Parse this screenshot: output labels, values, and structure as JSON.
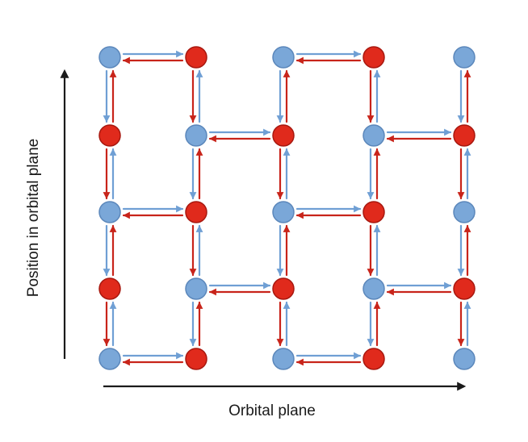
{
  "axes": {
    "x_label": "Orbital plane",
    "y_label": "Position in orbital plane"
  },
  "colors": {
    "blue": "#6f9fd4",
    "red": "#c8241a",
    "axis": "#1a1a1a"
  },
  "grid": {
    "columns": 5,
    "rows": 5,
    "node_colors": [
      [
        "blue",
        "red",
        "blue",
        "red",
        "blue"
      ],
      [
        "red",
        "blue",
        "red",
        "blue",
        "red"
      ],
      [
        "blue",
        "red",
        "blue",
        "red",
        "blue"
      ],
      [
        "red",
        "blue",
        "red",
        "blue",
        "red"
      ],
      [
        "blue",
        "red",
        "blue",
        "red",
        "blue"
      ]
    ]
  },
  "links": {
    "vertical_pairs": "all",
    "horizontal_pairs": [
      {
        "row": 0,
        "from_col": 0,
        "to_col": 1
      },
      {
        "row": 0,
        "from_col": 2,
        "to_col": 3
      },
      {
        "row": 1,
        "from_col": 1,
        "to_col": 2
      },
      {
        "row": 1,
        "from_col": 3,
        "to_col": 4
      },
      {
        "row": 2,
        "from_col": 0,
        "to_col": 1
      },
      {
        "row": 2,
        "from_col": 2,
        "to_col": 3
      },
      {
        "row": 3,
        "from_col": 1,
        "to_col": 2
      },
      {
        "row": 3,
        "from_col": 3,
        "to_col": 4
      },
      {
        "row": 4,
        "from_col": 0,
        "to_col": 1
      },
      {
        "row": 4,
        "from_col": 2,
        "to_col": 3
      }
    ]
  }
}
